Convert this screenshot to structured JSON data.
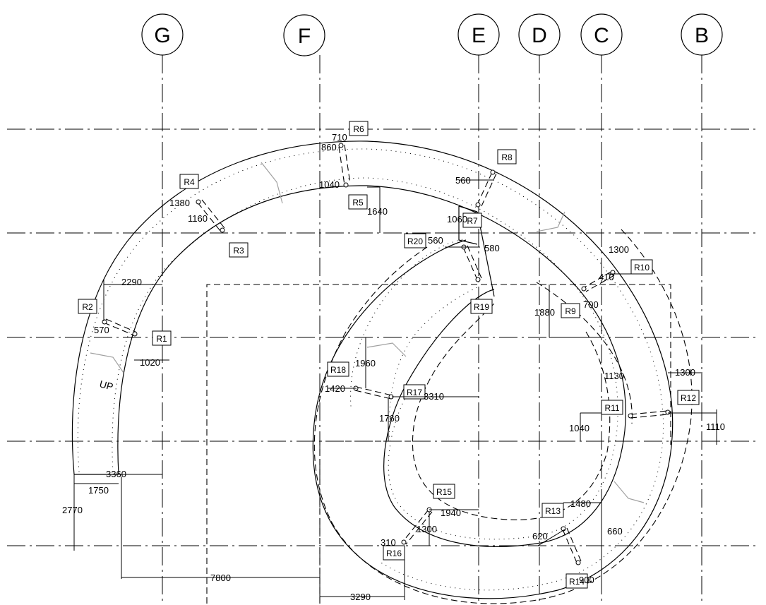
{
  "grid_axes": [
    "G",
    "F",
    "E",
    "D",
    "C",
    "B"
  ],
  "stair_direction_label": "UP",
  "tags": [
    "R1",
    "R2",
    "R3",
    "R4",
    "R5",
    "R6",
    "R7",
    "R8",
    "R9",
    "R10",
    "R11",
    "R12",
    "R13",
    "R14",
    "R15",
    "R16",
    "R17",
    "R18",
    "R19",
    "R20"
  ],
  "dimensions": [
    "710",
    "860",
    "1040",
    "1640",
    "1380",
    "1160",
    "560",
    "1060",
    "560",
    "580",
    "2290",
    "570",
    "1020",
    "1300",
    "410",
    "700",
    "1880",
    "1130",
    "1300",
    "1110",
    "1040",
    "1960",
    "1420",
    "3310",
    "1760",
    "3360",
    "1750",
    "2770",
    "1940",
    "1300",
    "310",
    "7800",
    "3290",
    "1480",
    "620",
    "660",
    "900"
  ]
}
